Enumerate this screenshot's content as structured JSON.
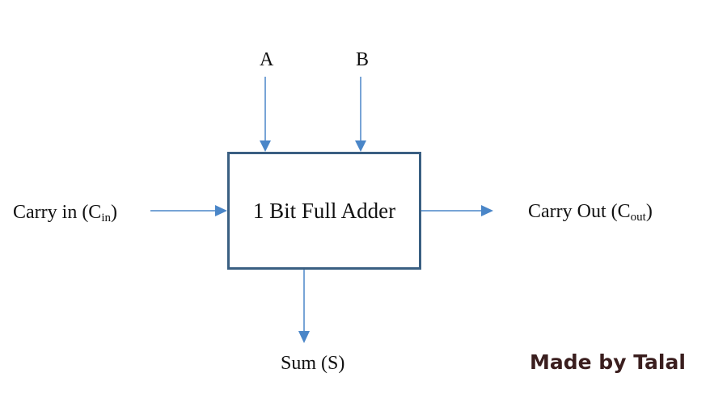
{
  "diagram": {
    "inputs": {
      "a_label": "A",
      "b_label": "B",
      "carry_in_text": "Carry in (C",
      "carry_in_sub": "in",
      "carry_in_close": ")"
    },
    "block": {
      "title": "1 Bit Full Adder"
    },
    "outputs": {
      "carry_out_text": "Carry Out (C",
      "carry_out_sub": "out",
      "carry_out_close": ")",
      "sum_label": "Sum (S)"
    },
    "colors": {
      "arrow": "#4a86c8",
      "box_border": "#3a5f82",
      "credit_text": "#3a1e1e"
    }
  },
  "credit": {
    "text": "Made by Talal"
  }
}
